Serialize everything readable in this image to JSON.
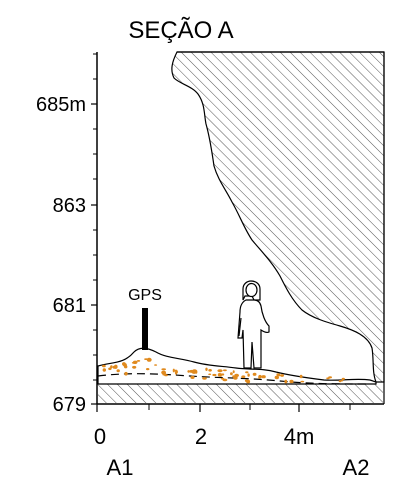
{
  "title": "SEÇÃO A",
  "y_axis": {
    "tick_labels": [
      "685m",
      "863",
      "681",
      "679"
    ]
  },
  "x_axis": {
    "tick_labels": [
      "0",
      "2",
      "4m"
    ]
  },
  "section_endpoints": {
    "left": "A1",
    "right": "A2"
  },
  "gps_label": "GPS",
  "icons": {
    "person": "person-silhouette-icon",
    "gps": "gps-marker-icon"
  },
  "colors": {
    "sediment_dots": "#e08a1e",
    "hatch": "#555555",
    "outline": "#000000"
  }
}
